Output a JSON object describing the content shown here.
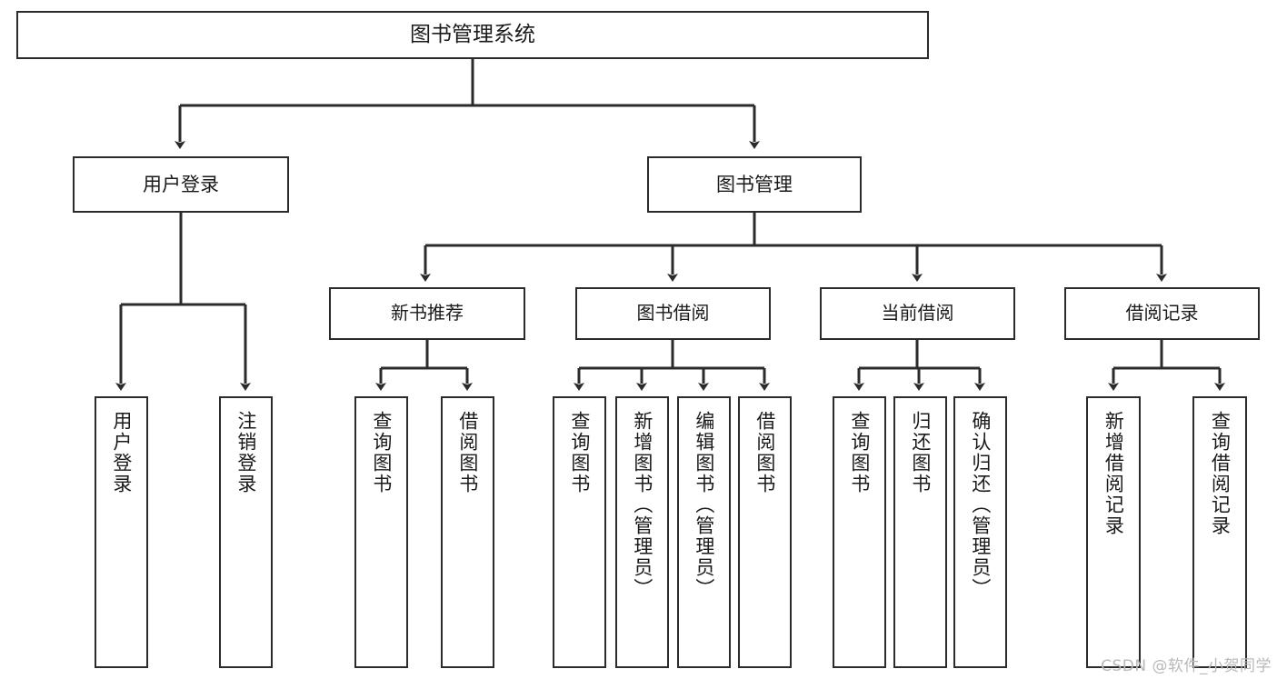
{
  "diagram": {
    "type": "tree",
    "title": "图书管理系统",
    "orientation": "top-down",
    "edge_color": "#2b2b2b",
    "box_border_color": "#2b2b2b",
    "box_fill_color": "#ffffff",
    "text_color": "#1a1a1a"
  },
  "root": {
    "label": "图书管理系统"
  },
  "level1": [
    {
      "label": "用户登录"
    },
    {
      "label": "图书管理"
    }
  ],
  "level2": [
    {
      "label": "新书推荐"
    },
    {
      "label": "图书借阅"
    },
    {
      "label": "当前借阅"
    },
    {
      "label": "借阅记录"
    }
  ],
  "leaves": {
    "user_login": [
      {
        "label": "用户登录"
      },
      {
        "label": "注销登录"
      }
    ],
    "new_book_recommend": [
      {
        "label": "查询图书"
      },
      {
        "label": "借阅图书"
      }
    ],
    "book_borrow": [
      {
        "label": "查询图书"
      },
      {
        "label": "新增图书（管理员）"
      },
      {
        "label": "编辑图书（管理员）"
      },
      {
        "label": "借阅图书"
      }
    ],
    "current_borrow": [
      {
        "label": "查询图书"
      },
      {
        "label": "归还图书"
      },
      {
        "label": "确认归还（管理员）"
      }
    ],
    "borrow_record": [
      {
        "label": "新增借阅记录"
      },
      {
        "label": "查询借阅记录"
      }
    ]
  },
  "watermark": {
    "text": "CSDN @软件_小贺同学"
  }
}
